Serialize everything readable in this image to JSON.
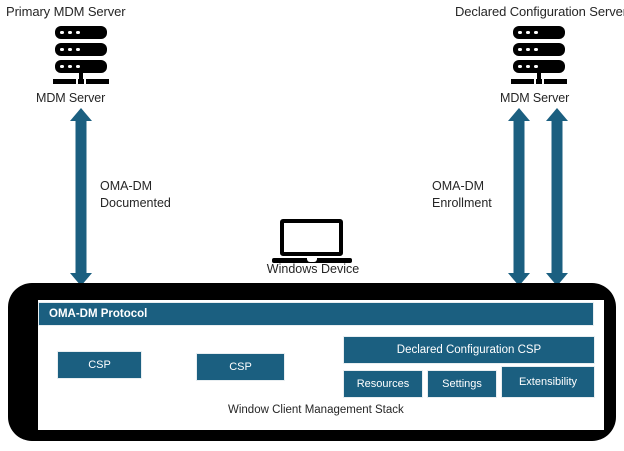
{
  "diagram": {
    "title_left": "Primary MDM Server",
    "title_right": "Declared Configuration Server",
    "server_left_caption": "MDM Server",
    "server_right_caption": "MDM Server",
    "device_caption": "Windows  Device",
    "arrow_left_label_line1": "OMA-DM",
    "arrow_left_label_line2": "Documented",
    "arrow_right_label_line1": "OMA-DM",
    "arrow_right_label_line2": "Enrollment",
    "stack": {
      "protocol_bar": "OMA-DM Protocol",
      "csp_1": "CSP",
      "csp_2": "CSP",
      "declared_configuration_csp": "Declared Configuration CSP",
      "resources": "Resources",
      "settings": "Settings",
      "extensibility": "Extensibility",
      "caption": "Window Client Management Stack"
    }
  },
  "colors": {
    "teal": "#1b5f80",
    "arrow": "#1b5f80",
    "icon_black": "#000000",
    "text": "#262626",
    "background": "#ffffff"
  },
  "icons": {
    "server_left": "server-icon",
    "server_right": "server-icon",
    "device": "laptop-icon",
    "arrow_left": "double-headed-arrow-icon",
    "arrow_right_1": "double-headed-arrow-icon",
    "arrow_right_2": "double-headed-arrow-icon"
  }
}
